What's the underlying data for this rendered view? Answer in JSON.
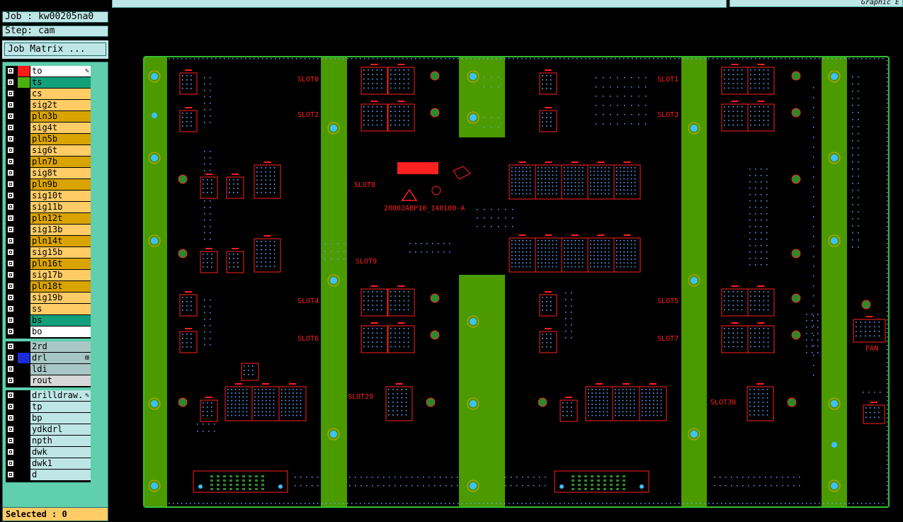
{
  "window": {
    "graph_title": "Graphic E"
  },
  "job": {
    "label": "Job : kw00205na0",
    "step": "Step: cam",
    "matrix_button": "Job Matrix ..."
  },
  "layers_board": [
    {
      "name": "to",
      "color": "#ffffff",
      "swatch": "#ff1a1a",
      "edit": true
    },
    {
      "name": "ts",
      "color": "#12a07a",
      "swatch": "#4caf10"
    },
    {
      "name": "cs",
      "color": "#ffcc66"
    },
    {
      "name": "sig2t",
      "color": "#ffcc66"
    },
    {
      "name": "pln3b",
      "color": "#d9a300"
    },
    {
      "name": "sig4t",
      "color": "#ffcc66"
    },
    {
      "name": "pln5b",
      "color": "#d9a300"
    },
    {
      "name": "sig6t",
      "color": "#ffcc66"
    },
    {
      "name": "pln7b",
      "color": "#d9a300"
    },
    {
      "name": "sig8t",
      "color": "#ffcc66"
    },
    {
      "name": "pln9b",
      "color": "#d9a300"
    },
    {
      "name": "sig10t",
      "color": "#ffcc66"
    },
    {
      "name": "sig11b",
      "color": "#ffcc66"
    },
    {
      "name": "pln12t",
      "color": "#d9a300"
    },
    {
      "name": "sig13b",
      "color": "#ffcc66"
    },
    {
      "name": "pln14t",
      "color": "#d9a300"
    },
    {
      "name": "sig15b",
      "color": "#ffcc66"
    },
    {
      "name": "pln16t",
      "color": "#d9a300"
    },
    {
      "name": "sig17b",
      "color": "#ffcc66"
    },
    {
      "name": "pln18t",
      "color": "#d9a300"
    },
    {
      "name": "sig19b",
      "color": "#ffcc66"
    },
    {
      "name": "ss",
      "color": "#ffcc66"
    },
    {
      "name": "bs",
      "color": "#12a07a"
    },
    {
      "name": "bo",
      "color": "#ffffff"
    }
  ],
  "layers_drill": [
    {
      "name": "2rd",
      "color": "#a9c6c6"
    },
    {
      "name": "drl",
      "color": "#a9c6c6",
      "swatch": "#1b2bd6",
      "marker": "⊞"
    },
    {
      "name": "ldi",
      "color": "#a9c6c6"
    },
    {
      "name": "rout",
      "color": "#d8d8d8"
    }
  ],
  "layers_misc": [
    {
      "name": "drilldraw.",
      "color": "#bfe6e6",
      "edit": true
    },
    {
      "name": "tp",
      "color": "#bfe6e6"
    },
    {
      "name": "bp",
      "color": "#bfe6e6"
    },
    {
      "name": "ydkdrl",
      "color": "#bfe6e6"
    },
    {
      "name": "npth",
      "color": "#bfe6e6"
    },
    {
      "name": "dwk",
      "color": "#bfe6e6"
    },
    {
      "name": "dwk1",
      "color": "#bfe6e6"
    },
    {
      "name": "d",
      "color": "#bfe6e6"
    }
  ],
  "selected": "Selected : 0",
  "board": {
    "part_number": "20002ABP10_140100-A",
    "slots": [
      "SLOT0",
      "SLOT1",
      "SLOT2",
      "SLOT3",
      "SLOT8",
      "SLOT9",
      "SLOT4",
      "SLOT5",
      "SLOT6",
      "SLOT7",
      "SLOT29",
      "SLOT30"
    ],
    "fan_label": "FAN",
    "colors": {
      "board": "#000000",
      "rail": "#4a9a00",
      "outline": "#30c030",
      "silk": "#ff2020",
      "pad": "#5aa8ff",
      "hole": "#3fc0ff",
      "ring": "#d9a300"
    }
  }
}
